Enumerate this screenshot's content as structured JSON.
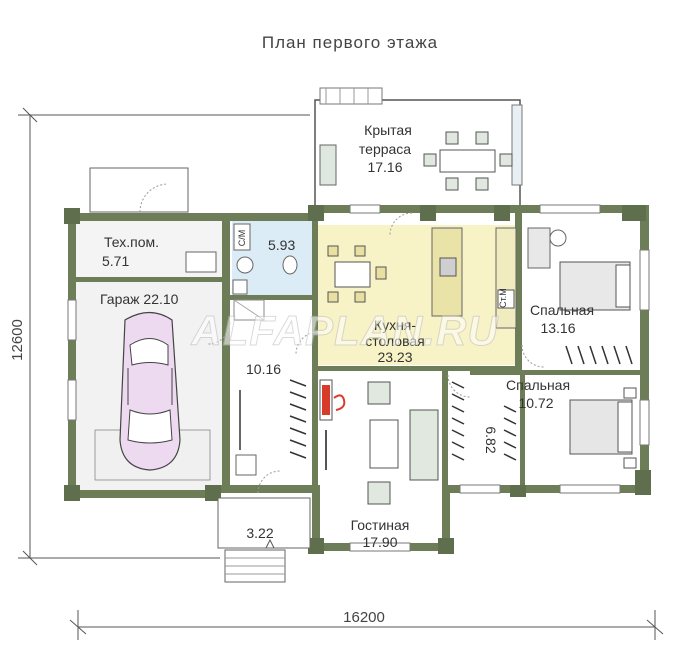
{
  "title": "План первого этажа",
  "watermark": "ALFAPLAN.RU",
  "rooms": {
    "terrace_name_1": "Крытая",
    "terrace_name_2": "терраса",
    "terrace_area": "17.16",
    "tech_name": "Тех.пом.",
    "tech_area": "5.71",
    "bath_area": "5.93",
    "garage_label": "Гараж 22.10",
    "hall_area": "10.16",
    "kitchen_name_1": "Кухня-",
    "kitchen_name_2": "столовая",
    "kitchen_area": "23.23",
    "bed1_name": "Спальная",
    "bed1_area": "13.16",
    "bed2_name": "Спальная",
    "bed2_area": "10.72",
    "closet_area": "6.82",
    "living_name": "Гостиная",
    "living_area": "17.90",
    "porch_area": "3.22"
  },
  "labels": {
    "wc": "С/М",
    "washer": "Ст.М"
  },
  "dimensions": {
    "width": "16200",
    "height": "12600"
  },
  "colors": {
    "wall": "#6d7d58",
    "kitchen": "#f7f3c6",
    "bath": "#dcecf6",
    "garage": "#f0f0f0",
    "car": "#eedaf0"
  }
}
